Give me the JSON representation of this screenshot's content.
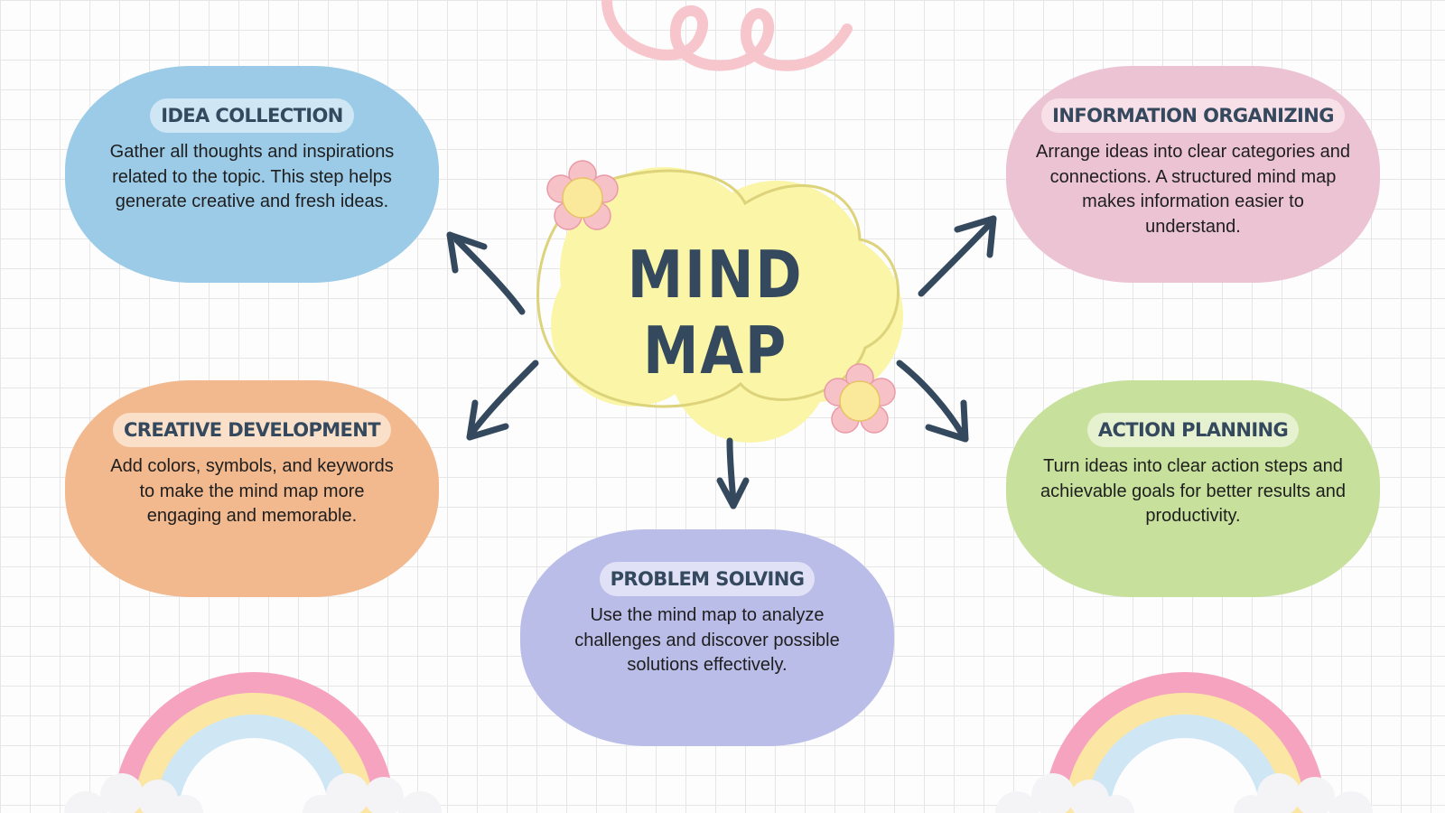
{
  "title": "MIND MAP",
  "colors": {
    "idea": "#9ccbe8",
    "idea_pill": "#cfe6f5",
    "info": "#ecc3d2",
    "info_pill": "#f7e0e7",
    "creative": "#f2b88e",
    "creative_pill": "#fbe0c9",
    "action": "#c7e09c",
    "action_pill": "#e6f2cf",
    "problem": "#bbbde9",
    "problem_pill": "#e0e1f6",
    "cloud": "#fbf5a8",
    "ink": "#34495e"
  },
  "nodes": {
    "idea_collection": {
      "label": "IDEA COLLECTION",
      "text": "Gather all thoughts and inspirations related to the topic. This step helps generate creative and fresh ideas."
    },
    "information_organizing": {
      "label": "INFORMATION ORGANIZING",
      "text": "Arrange ideas into clear categories and connections. A structured mind map makes information easier to understand."
    },
    "creative_development": {
      "label": "CREATIVE DEVELOPMENT",
      "text": "Add colors, symbols, and keywords to make the mind map more engaging and memorable."
    },
    "action_planning": {
      "label": "ACTION PLANNING",
      "text": "Turn ideas into clear action steps and achievable goals for better results and productivity."
    },
    "problem_solving": {
      "label": "PROBLEM SOLVING",
      "text": "Use the mind map to analyze challenges and discover possible solutions effectively."
    }
  },
  "decor": {
    "top": "pink-squiggle-icon",
    "left_bottom": "rainbow-icon",
    "right_bottom": "rainbow-icon",
    "flowers": "flower-icon"
  }
}
